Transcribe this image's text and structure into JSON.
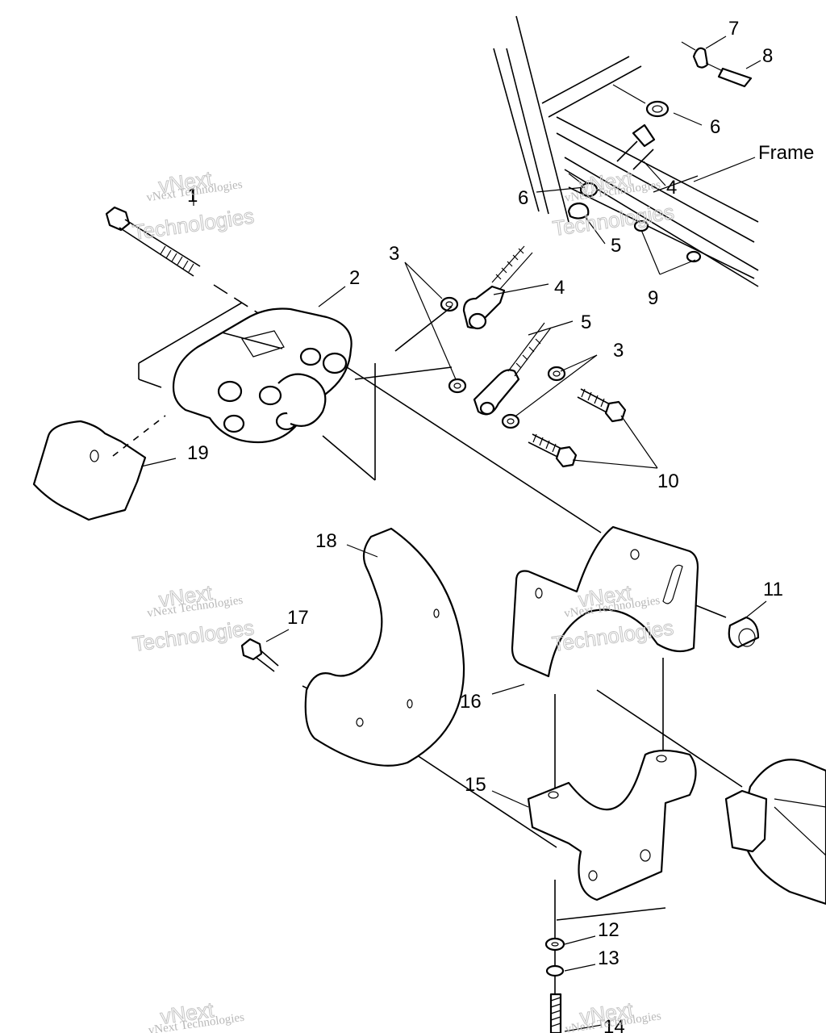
{
  "callouts": {
    "n1": "1",
    "n2": "2",
    "n3a": "3",
    "n3b": "3",
    "n4a": "4",
    "n4b": "4",
    "n5a": "5",
    "n5b": "5",
    "n6a": "6",
    "n6b": "6",
    "n7": "7",
    "n8": "8",
    "n9": "9",
    "n10": "10",
    "n11": "11",
    "n12": "12",
    "n13": "13",
    "n14": "14",
    "n15": "15",
    "n16": "16",
    "n17": "17",
    "n18": "18",
    "n19": "19",
    "frame": "Frame"
  },
  "watermark": {
    "small": "vNext Technologies",
    "big_top": "vNext",
    "big_bottom": "Technologies"
  },
  "colors": {
    "line": "#000000",
    "background": "#ffffff",
    "watermark": "#c4c4c4"
  }
}
